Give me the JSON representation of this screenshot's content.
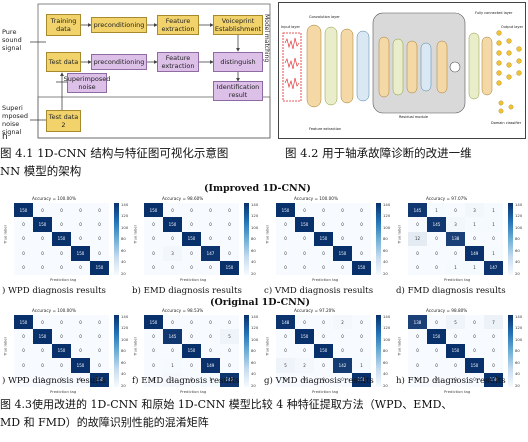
{
  "flow": {
    "pure_sound_signal": "Pure\nsound\nsignal",
    "superimposed_noise_signal": "Superi\nmposed\nnoise\nsignal",
    "training_data": "Training\ndata",
    "test_data": "Test data",
    "test_data2": "Test data\n2",
    "preconditioning1": "preconditioning",
    "preconditioning2": "preconditioning",
    "feature_extraction1": "Feature\nextraction",
    "feature_extraction2": "Feature\nextraction",
    "voiceprint": "Voiceprint\nEstablishment",
    "model_matching": "Model matching",
    "superimposed_noise": "Superimposed\nnoise",
    "distinguish": "distinguish",
    "identification_result": "Identification\nresult",
    "stray_label": "n"
  },
  "cnn_diagram": {
    "input_layer": "Input layer",
    "convolution_layer": "Convolution layer",
    "fully_connected_layer": "Fully connected layer",
    "output_layer": "Output layer",
    "residual_module": "Residual module",
    "domain_classifier": "Domain classifier",
    "feature_extraction": "Feature extraction"
  },
  "captions": {
    "fig41": "图 4.1 1D-CNN 结构与特征图可视化示意图",
    "fig42_line1": "图 4.2 用于轴承故障诊断的改进一维",
    "fig42_line2": "NN 模型的架构",
    "fig43_line1": "图 4.3使用改进的 1D-CNN 和原始 1D-CNN 模型比较 4 种特征提取方法（WPD、EMD、",
    "fig43_line2": "MD 和 FMD）的故障识别性能的混淆矩阵"
  },
  "sections": {
    "improved": "(Improved 1D-CNN)",
    "original": "(Original 1D-CNN)"
  },
  "colorbar_ticks": [
    "140",
    "120",
    "100",
    "80",
    "60",
    "40",
    "20"
  ],
  "axis_labels": {
    "y": "True label",
    "x": "Prediction tag"
  },
  "matrices": [
    {
      "title": "Accuracy = 100.00%",
      "label": ") WPD diagnosis results",
      "cells": [
        [
          150,
          0,
          0,
          0,
          0
        ],
        [
          0,
          150,
          0,
          0,
          0
        ],
        [
          0,
          0,
          150,
          0,
          0
        ],
        [
          0,
          0,
          0,
          150,
          0
        ],
        [
          0,
          0,
          0,
          0,
          150
        ]
      ]
    },
    {
      "title": "Accuracy = 98.60%",
      "label": "b) EMD diagnosis results",
      "cells": [
        [
          150,
          0,
          0,
          0,
          0
        ],
        [
          0,
          150,
          0,
          0,
          0
        ],
        [
          0,
          0,
          150,
          0,
          0
        ],
        [
          0,
          3,
          0,
          147,
          0
        ],
        [
          0,
          0,
          0,
          0,
          150
        ]
      ]
    },
    {
      "title": "Accuracy = 100.00%",
      "label": "c) VMD diagnosis results",
      "cells": [
        [
          150,
          0,
          0,
          0,
          0
        ],
        [
          0,
          150,
          0,
          0,
          0
        ],
        [
          0,
          0,
          150,
          0,
          0
        ],
        [
          0,
          0,
          0,
          150,
          0
        ],
        [
          0,
          0,
          0,
          0,
          150
        ]
      ]
    },
    {
      "title": "Accuracy = 97.07%",
      "label": "d) FMD diagnosis results",
      "cells": [
        [
          145,
          1,
          0,
          3,
          1
        ],
        [
          0,
          145,
          3,
          1,
          1
        ],
        [
          12,
          0,
          138,
          0,
          0
        ],
        [
          0,
          0,
          0,
          149,
          1
        ],
        [
          0,
          0,
          1,
          1,
          147
        ]
      ]
    },
    {
      "title": "Accuracy = 100.00%",
      "label": ") WPD diagnosis results",
      "cells": [
        [
          150,
          0,
          0,
          0,
          0
        ],
        [
          0,
          150,
          0,
          0,
          0
        ],
        [
          0,
          0,
          150,
          0,
          0
        ],
        [
          0,
          0,
          0,
          150,
          0
        ],
        [
          0,
          0,
          0,
          0,
          150
        ]
      ]
    },
    {
      "title": "Accuracy = 98.53%",
      "label": "f) EMD diagnosis results",
      "cells": [
        [
          150,
          0,
          0,
          0,
          0
        ],
        [
          0,
          145,
          0,
          0,
          5
        ],
        [
          0,
          0,
          150,
          0,
          0
        ],
        [
          0,
          1,
          0,
          149,
          0
        ],
        [
          0,
          2,
          0,
          1,
          147
        ]
      ]
    },
    {
      "title": "Accuracy = 97.20%",
      "label": "g) VMD diagnosis results",
      "cells": [
        [
          148,
          0,
          0,
          2,
          0
        ],
        [
          0,
          150,
          0,
          0,
          0
        ],
        [
          0,
          0,
          150,
          0,
          0
        ],
        [
          5,
          2,
          0,
          142,
          1
        ],
        [
          0,
          0,
          0,
          0,
          150
        ]
      ]
    },
    {
      "title": "Accuracy = 98.80%",
      "label": "h) FMD diagnosis results",
      "cells": [
        [
          138,
          0,
          5,
          0,
          7
        ],
        [
          0,
          150,
          0,
          0,
          0
        ],
        [
          0,
          0,
          150,
          0,
          0
        ],
        [
          0,
          0,
          0,
          150,
          0
        ],
        [
          0,
          0,
          0,
          0,
          150
        ]
      ]
    }
  ],
  "colors": {
    "flow_box_yellow": "#f2d36b",
    "flow_box_purple": "#dcc0e8",
    "matrix_dark": "#08306b",
    "matrix_light": "#f7fbff"
  }
}
